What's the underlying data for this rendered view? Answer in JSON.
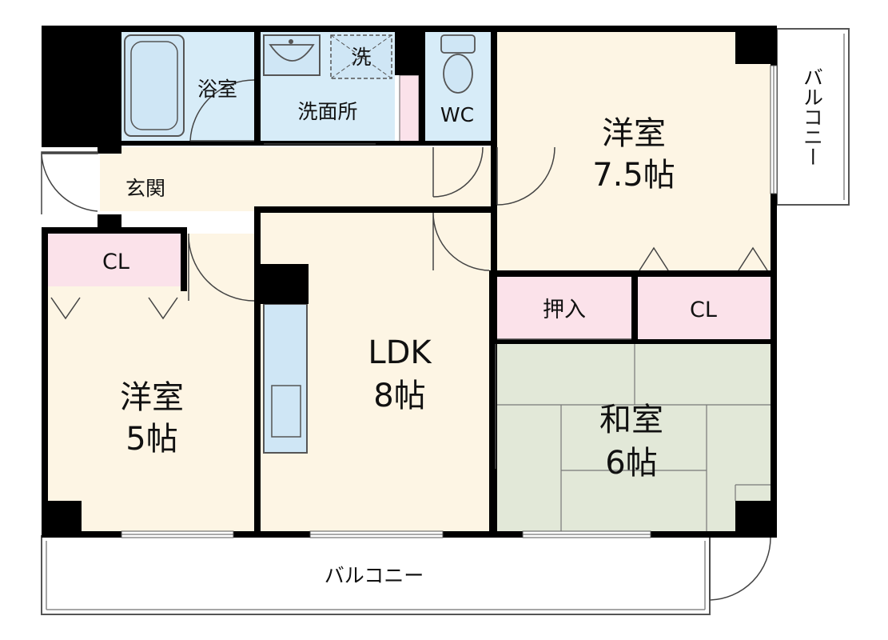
{
  "rooms": {
    "bath": "浴室",
    "washroom": "洗面所",
    "washer": "洗",
    "wc": "WC",
    "entrance": "玄関",
    "western_large": {
      "name": "洋室",
      "size": "7.5帖"
    },
    "western_small": {
      "name": "洋室",
      "size": "5帖"
    },
    "ldk": {
      "name": "LDK",
      "size": "8帖"
    },
    "japanese": {
      "name": "和室",
      "size": "6帖"
    },
    "closet_left": "CL",
    "closet_right": "CL",
    "oshiire": "押入"
  },
  "balconies": {
    "south": "バルコニー",
    "east": "バルコニー"
  },
  "colors": {
    "wall": "#000000",
    "wood_floor": "#fdf5e4",
    "wet_area": "#d7ecf8",
    "closet": "#fbe2ea",
    "tatami": "#e2e8d8",
    "outline": "#555555"
  }
}
